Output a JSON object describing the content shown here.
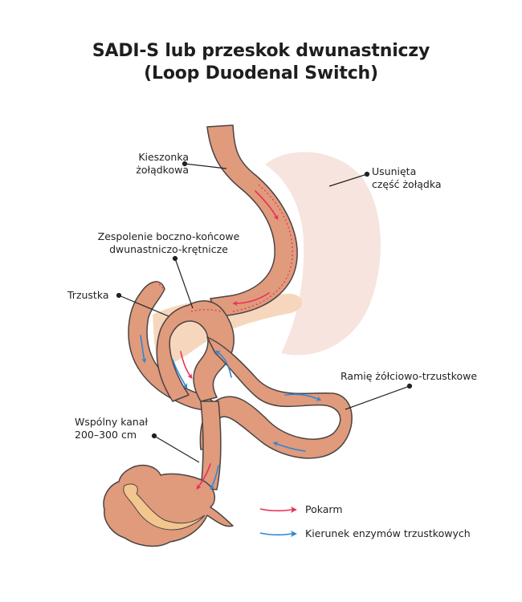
{
  "title": {
    "line1": "SADI-S lub przeskok dwunastniczy",
    "line2": "(Loop Duodenal Switch)"
  },
  "labels": {
    "gastric_pouch": [
      "Kieszonka",
      "żołądkowa"
    ],
    "removed_stomach": [
      "Usunięta",
      "część żołądka"
    ],
    "anastomosis": [
      "Zespolenie boczno-końcowe",
      "dwunastniczo-krętnicze"
    ],
    "pancreas": "Trzustka",
    "biliopancreatic_limb": "Ramię żółciowo-trzustkowe",
    "common_channel": [
      "Wspólny kanał",
      "200–300 cm"
    ]
  },
  "legend": [
    {
      "label": "Pokarm",
      "icon": "red-arrow-icon",
      "color": "#e8305a"
    },
    {
      "label": "Kierunek enzymów trzustkowych",
      "icon": "blue-arrow-icon",
      "color": "#2f86d6"
    }
  ],
  "colors": {
    "intestine": "#e09a7c",
    "outline": "#4a4444",
    "removed_stomach": "#f7e4df",
    "pancreas": "#f5d3b6",
    "colon_fat": "#f3c690",
    "food_arrow": "#e8305a",
    "enzyme_arrow": "#2f86d6",
    "staple": "#e8305a"
  }
}
